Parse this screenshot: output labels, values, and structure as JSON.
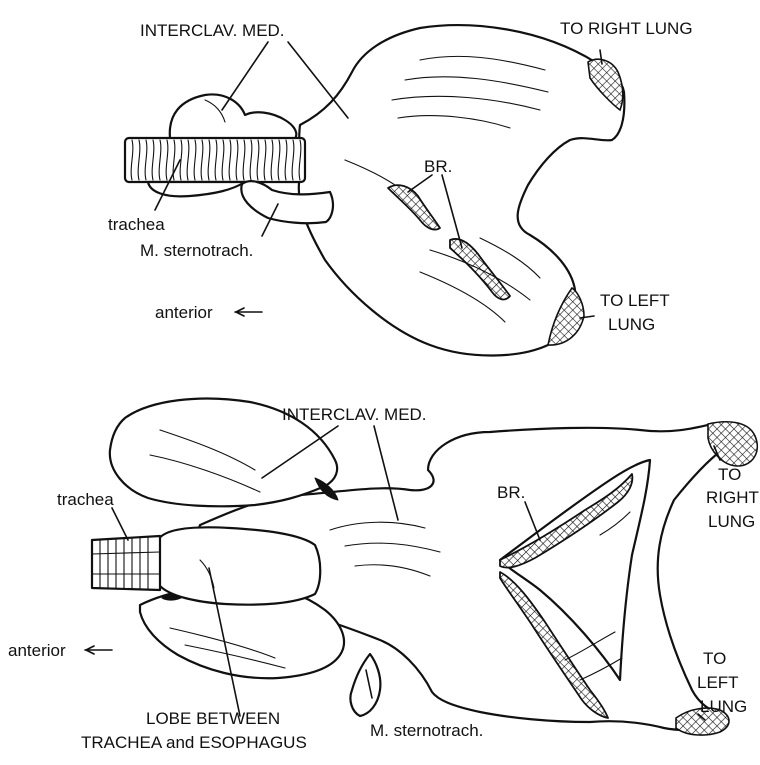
{
  "top_panel": {
    "labels": {
      "interclav_med": "INTERCLAV. MED.",
      "to_right_lung": "TO RIGHT LUNG",
      "br": "BR.",
      "trachea": "trachea",
      "m_sternotrach": "M. sternotrach.",
      "anterior": "anterior",
      "to_left_lung_line1": "TO LEFT",
      "to_left_lung_line2": "LUNG"
    }
  },
  "bottom_panel": {
    "labels": {
      "interclav_med": "INTERCLAV. MED.",
      "trachea": "trachea",
      "br": "BR.",
      "to_right_lung_line1": "TO",
      "to_right_lung_line2": "RIGHT",
      "to_right_lung_line3": "LUNG",
      "anterior": "anterior",
      "lobe_line1": "LOBE BETWEEN",
      "lobe_line2": "TRACHEA and ESOPHAGUS",
      "m_sternotrach": "M. sternotrach.",
      "to_left_lung_line1": "TO",
      "to_left_lung_line2": "LEFT",
      "to_left_lung_line3": "LUNG"
    }
  },
  "colors": {
    "ink": "#111111",
    "paper": "#ffffff"
  }
}
